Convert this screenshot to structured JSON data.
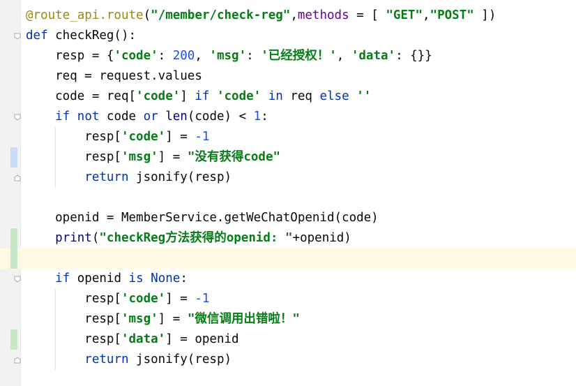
{
  "colors": {
    "keyword": "#0033b3",
    "string": "#067d17",
    "number": "#1750eb",
    "decorator": "#9e880d",
    "builtin": "#000080",
    "param": "#660099",
    "change_modified": "#c9dcf5",
    "change_added": "#c9e7c9",
    "current_line": "#fffae3"
  },
  "editor": {
    "lines": [
      [
        {
          "t": "@route_api.route",
          "c": "dec"
        },
        {
          "t": "(",
          "c": "p"
        },
        {
          "t": "\"/member/check-reg\"",
          "c": "str"
        },
        {
          "t": ",",
          "c": "p"
        },
        {
          "t": "methods",
          "c": "prm"
        },
        {
          "t": " = [ ",
          "c": "p"
        },
        {
          "t": "\"GET\"",
          "c": "str"
        },
        {
          "t": ",",
          "c": "p"
        },
        {
          "t": "\"POST\"",
          "c": "str"
        },
        {
          "t": " ])",
          "c": "p"
        }
      ],
      [
        {
          "t": "def",
          "c": "kw"
        },
        {
          "t": " checkReg():",
          "c": "p"
        }
      ],
      [
        {
          "t": "    resp = {",
          "c": "p"
        },
        {
          "t": "'code'",
          "c": "str"
        },
        {
          "t": ": ",
          "c": "p"
        },
        {
          "t": "200",
          "c": "num"
        },
        {
          "t": ", ",
          "c": "p"
        },
        {
          "t": "'msg'",
          "c": "str"
        },
        {
          "t": ": ",
          "c": "p"
        },
        {
          "t": "'",
          "c": "str"
        },
        {
          "t": "已经授权！",
          "c": "str cn"
        },
        {
          "t": "'",
          "c": "str"
        },
        {
          "t": ", ",
          "c": "p"
        },
        {
          "t": "'data'",
          "c": "str"
        },
        {
          "t": ": {}}",
          "c": "p"
        }
      ],
      [
        {
          "t": "    req = request.values",
          "c": "p"
        }
      ],
      [
        {
          "t": "    code = req[",
          "c": "p"
        },
        {
          "t": "'code'",
          "c": "str"
        },
        {
          "t": "] ",
          "c": "p"
        },
        {
          "t": "if",
          "c": "kw"
        },
        {
          "t": " ",
          "c": "p"
        },
        {
          "t": "'code'",
          "c": "str"
        },
        {
          "t": " ",
          "c": "p"
        },
        {
          "t": "in",
          "c": "kw"
        },
        {
          "t": " req ",
          "c": "p"
        },
        {
          "t": "else",
          "c": "kw"
        },
        {
          "t": " ",
          "c": "p"
        },
        {
          "t": "''",
          "c": "str"
        }
      ],
      [
        {
          "t": "    ",
          "c": "p"
        },
        {
          "t": "if",
          "c": "kw"
        },
        {
          "t": " ",
          "c": "p"
        },
        {
          "t": "not",
          "c": "kw"
        },
        {
          "t": " code ",
          "c": "p"
        },
        {
          "t": "or",
          "c": "kw"
        },
        {
          "t": " ",
          "c": "p"
        },
        {
          "t": "len",
          "c": "bi"
        },
        {
          "t": "(code) < ",
          "c": "p"
        },
        {
          "t": "1",
          "c": "num"
        },
        {
          "t": ":",
          "c": "p"
        }
      ],
      [
        {
          "t": "        resp[",
          "c": "p"
        },
        {
          "t": "'code'",
          "c": "str"
        },
        {
          "t": "] = ",
          "c": "p"
        },
        {
          "t": "-1",
          "c": "num"
        }
      ],
      [
        {
          "t": "        resp[",
          "c": "p"
        },
        {
          "t": "'msg'",
          "c": "str"
        },
        {
          "t": "] = ",
          "c": "p"
        },
        {
          "t": "\"",
          "c": "str"
        },
        {
          "t": "没有获得",
          "c": "str cn"
        },
        {
          "t": "code\"",
          "c": "str"
        }
      ],
      [
        {
          "t": "        ",
          "c": "p"
        },
        {
          "t": "return",
          "c": "kw"
        },
        {
          "t": " jsonify(resp)",
          "c": "p"
        }
      ],
      [],
      [
        {
          "t": "    openid = MemberService.getWeChatOpenid(code)",
          "c": "p"
        }
      ],
      [
        {
          "t": "    ",
          "c": "p"
        },
        {
          "t": "print",
          "c": "bi"
        },
        {
          "t": "(",
          "c": "p"
        },
        {
          "t": "\"checkReg",
          "c": "str"
        },
        {
          "t": "方法获得的",
          "c": "str cn"
        },
        {
          "t": "openid: \"",
          "c": "str"
        },
        {
          "t": "+openid)",
          "c": "p"
        }
      ],
      [],
      [
        {
          "t": "    ",
          "c": "p"
        },
        {
          "t": "if",
          "c": "kw"
        },
        {
          "t": " openid ",
          "c": "p"
        },
        {
          "t": "is",
          "c": "kw"
        },
        {
          "t": " ",
          "c": "p"
        },
        {
          "t": "None",
          "c": "kw"
        },
        {
          "t": ":",
          "c": "p"
        }
      ],
      [
        {
          "t": "        resp[",
          "c": "p"
        },
        {
          "t": "'code'",
          "c": "str"
        },
        {
          "t": "] = ",
          "c": "p"
        },
        {
          "t": "-1",
          "c": "num"
        }
      ],
      [
        {
          "t": "        resp[",
          "c": "p"
        },
        {
          "t": "'msg'",
          "c": "str"
        },
        {
          "t": "] = ",
          "c": "p"
        },
        {
          "t": "\"",
          "c": "str"
        },
        {
          "t": "微信调用出错啦！",
          "c": "str cn"
        },
        {
          "t": "\"",
          "c": "str"
        }
      ],
      [
        {
          "t": "        resp[",
          "c": "p"
        },
        {
          "t": "'data'",
          "c": "str"
        },
        {
          "t": "] = openid",
          "c": "p"
        }
      ],
      [
        {
          "t": "        ",
          "c": "p"
        },
        {
          "t": "return",
          "c": "kw"
        },
        {
          "t": " jsonify(resp)",
          "c": "p"
        }
      ]
    ],
    "current_line": 12,
    "fold_markers": [
      {
        "line": 1,
        "kind": "open"
      },
      {
        "line": 5,
        "kind": "open"
      },
      {
        "line": 8,
        "kind": "close"
      },
      {
        "line": 13,
        "kind": "open"
      },
      {
        "line": 17,
        "kind": "close"
      }
    ],
    "change_markers": [
      {
        "line": 7,
        "kind": "modified"
      },
      {
        "line": 11,
        "kind": "added"
      },
      {
        "line": 12,
        "kind": "added"
      },
      {
        "line": 16,
        "kind": "added"
      }
    ]
  }
}
